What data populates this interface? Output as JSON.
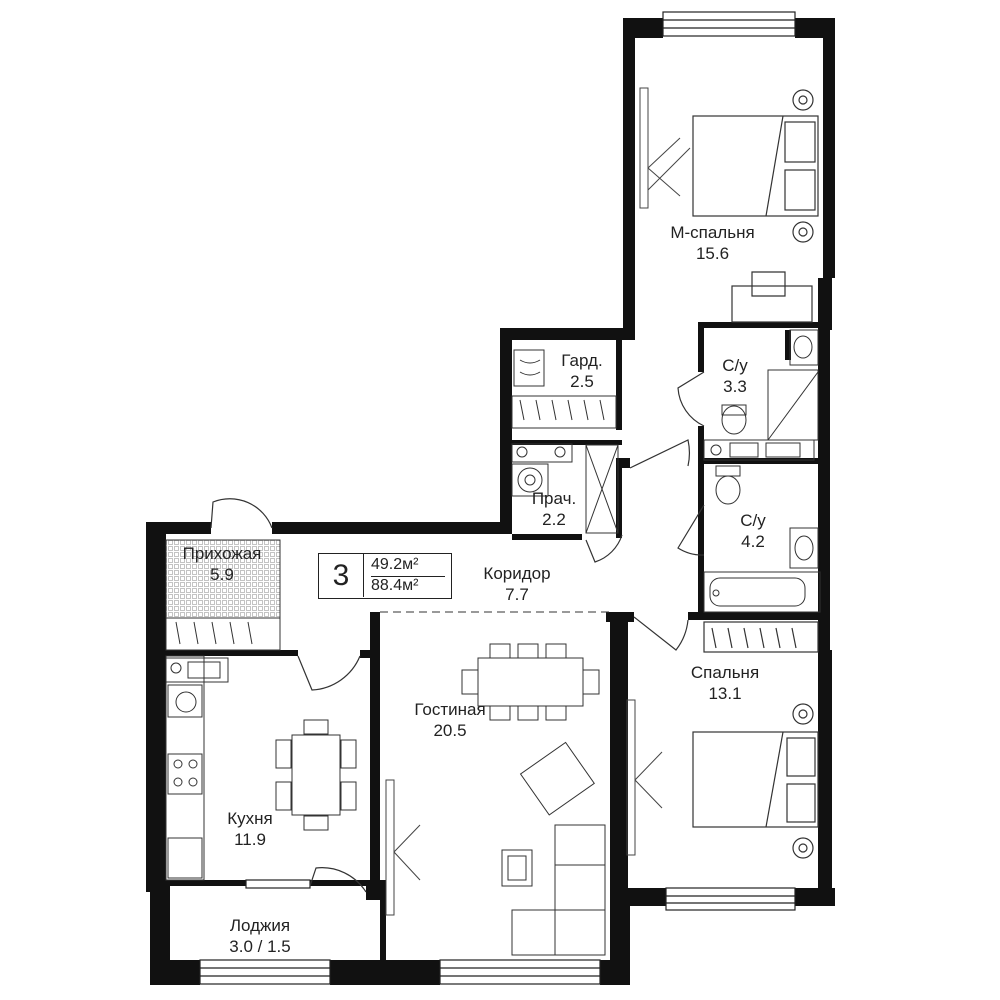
{
  "plan": {
    "rooms_count": "3",
    "living_area": "49.2м²",
    "total_area": "88.4м²"
  },
  "rooms": {
    "master_bedroom": {
      "name": "М-спальня",
      "area": "15.6"
    },
    "wardrobe": {
      "name": "Гард.",
      "area": "2.5"
    },
    "bath1": {
      "name": "С/у",
      "area": "3.3"
    },
    "laundry": {
      "name": "Прач.",
      "area": "2.2"
    },
    "bath2": {
      "name": "С/у",
      "area": "4.2"
    },
    "hall": {
      "name": "Прихожая",
      "area": "5.9"
    },
    "corridor": {
      "name": "Коридор",
      "area": "7.7"
    },
    "bedroom": {
      "name": "Спальня",
      "area": "13.1"
    },
    "living": {
      "name": "Гостиная",
      "area": "20.5"
    },
    "kitchen": {
      "name": "Кухня",
      "area": "11.9"
    },
    "loggia": {
      "name": "Лоджия",
      "area": "3.0 / 1.5"
    }
  }
}
